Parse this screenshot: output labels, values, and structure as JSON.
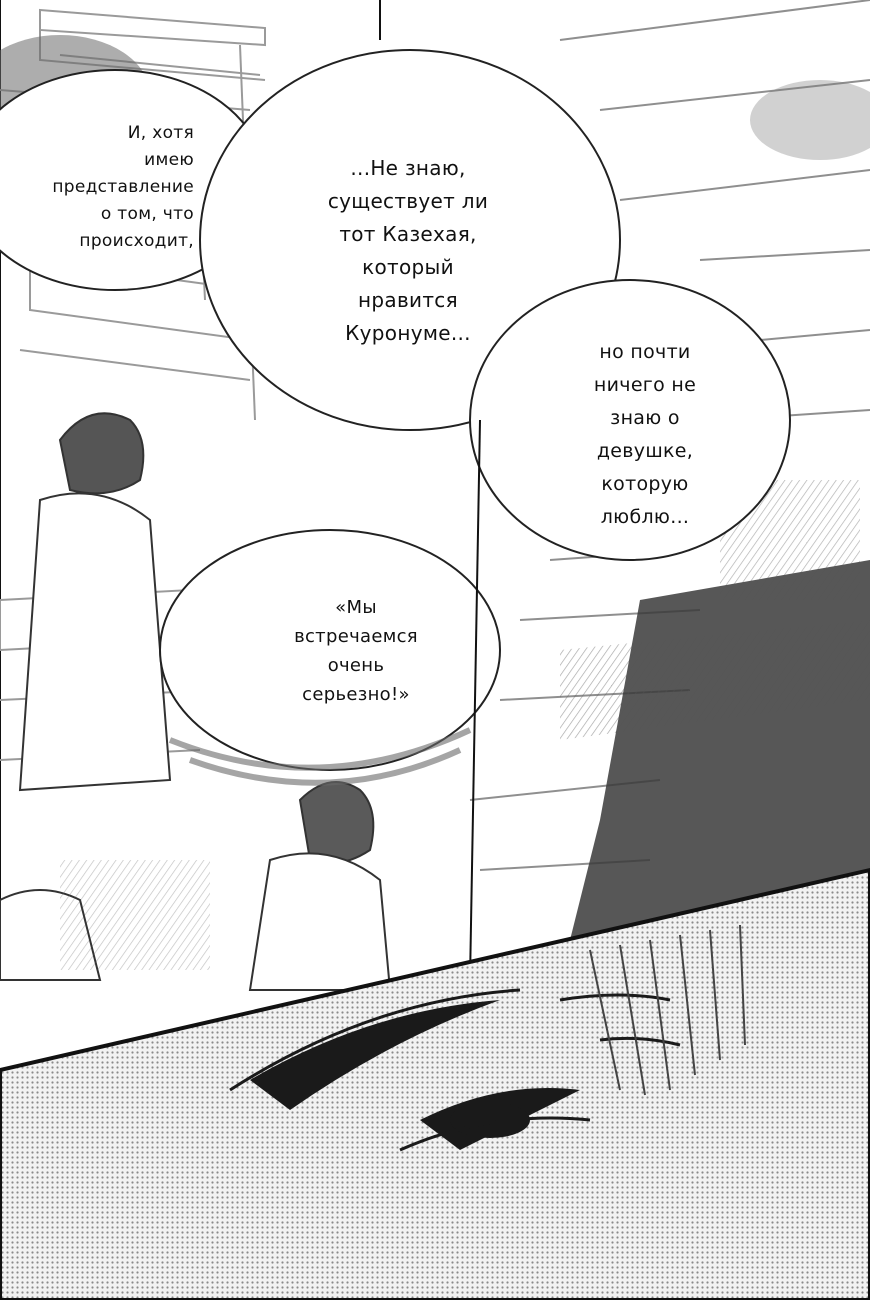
{
  "bubbles": {
    "top_left": {
      "lines": [
        "И, хотя",
        "имею",
        "представление",
        "о том, что",
        "происходит,"
      ]
    },
    "center": {
      "lines": [
        "...Не знаю,",
        "существует ли",
        "тот Казехая,",
        "который",
        "нравится",
        "Куронуме..."
      ]
    },
    "right": {
      "lines": [
        "но почти",
        "ничего не",
        "знаю о",
        "девушке,",
        "которую",
        "люблю..."
      ]
    },
    "lower": {
      "lines": [
        "«Мы",
        "встречаемся",
        "очень",
        "серьезно!»"
      ]
    }
  }
}
